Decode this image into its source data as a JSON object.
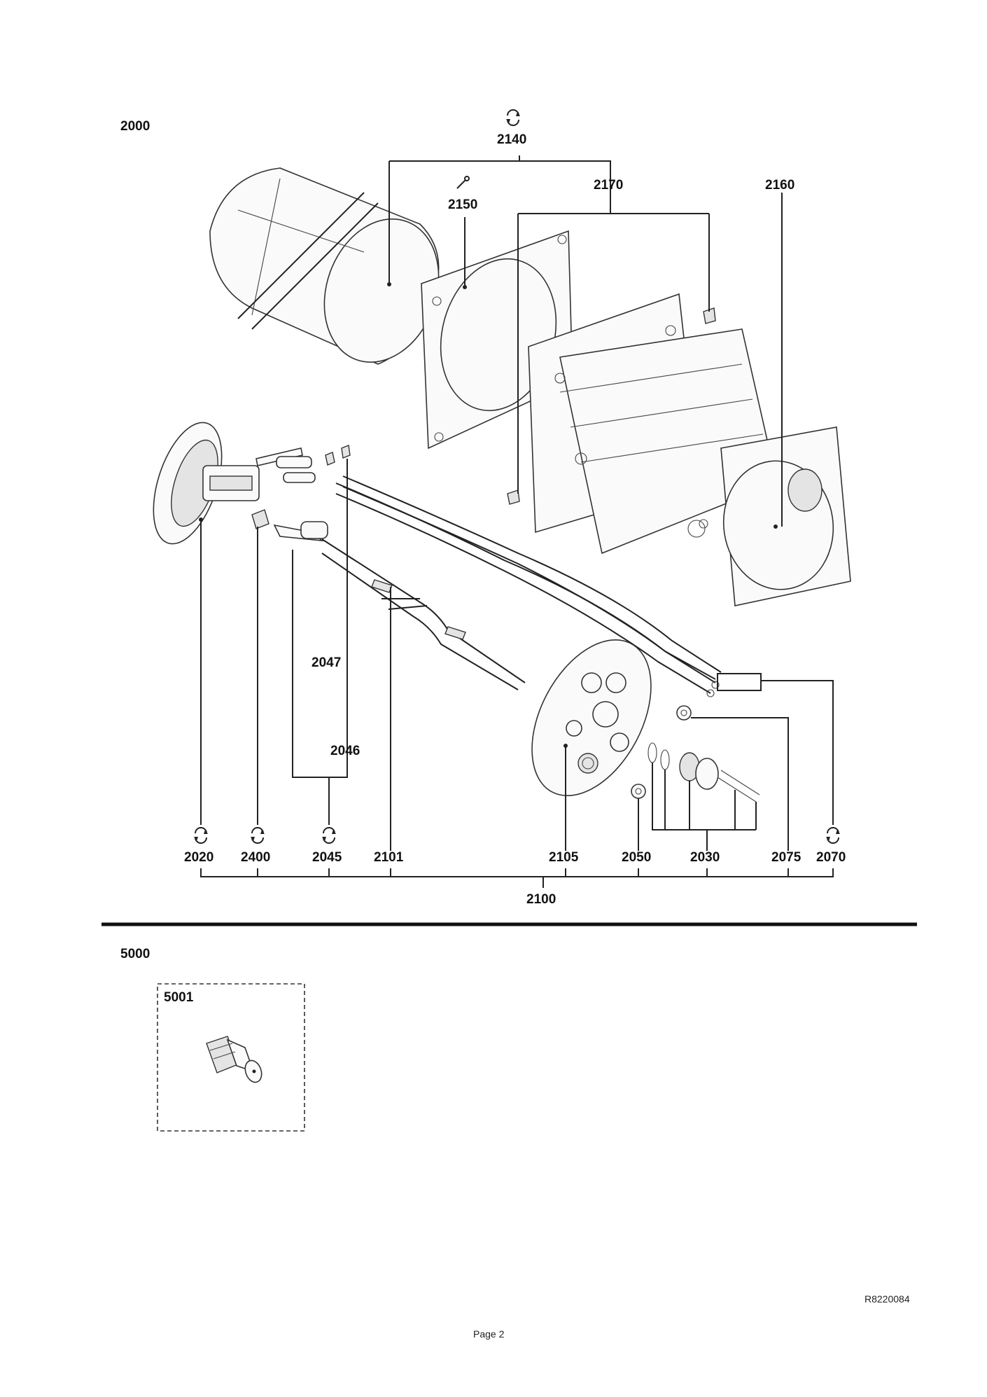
{
  "sections": {
    "main": "2000",
    "accessory": "5000"
  },
  "labels": {
    "p2140": "2140",
    "p2150": "2150",
    "p2170": "2170",
    "p2160": "2160",
    "p2047": "2047",
    "p2046": "2046",
    "p2020": "2020",
    "p2400": "2400",
    "p2045": "2045",
    "p2101": "2101",
    "p2105": "2105",
    "p2050": "2050",
    "p2030": "2030",
    "p2075": "2075",
    "p2070": "2070",
    "p2100": "2100",
    "p5001": "5001"
  },
  "icons": {
    "spare_part": "circular-arrows-icon",
    "tool": "wrench-icon"
  },
  "footer": {
    "doc_code": "R8220084",
    "page": "Page 2"
  }
}
